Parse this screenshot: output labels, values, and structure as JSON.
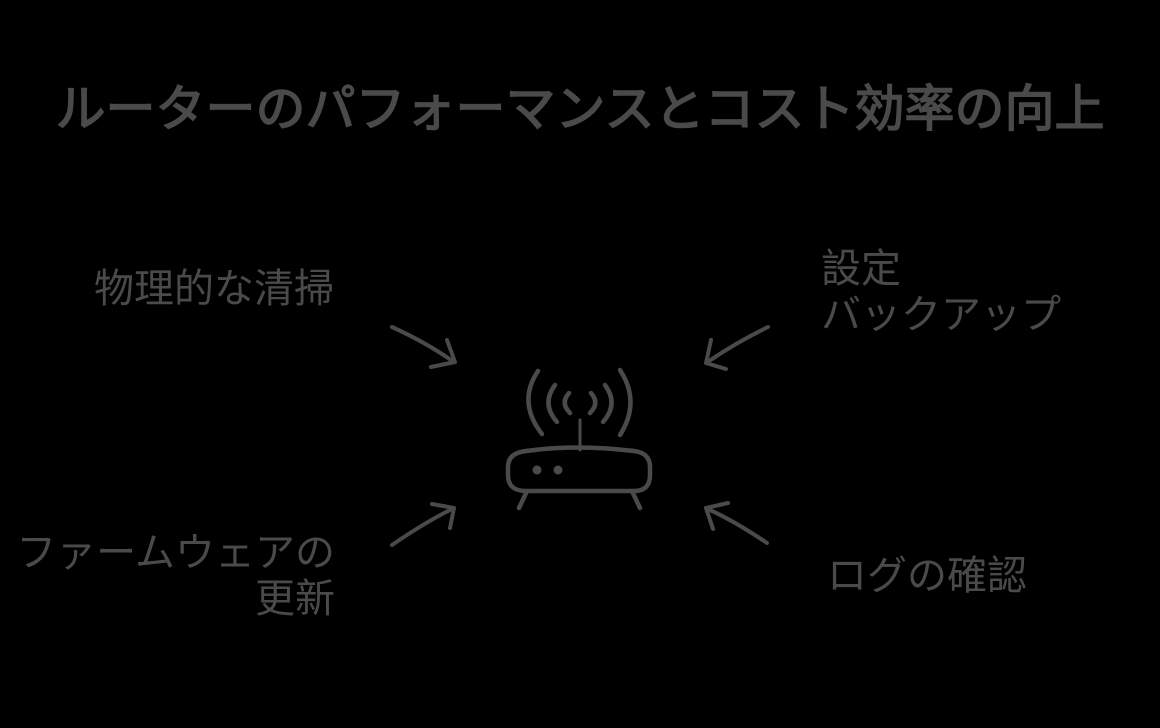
{
  "title": "ルーターのパフォーマンスとコスト効率の向上",
  "labels": {
    "top_left": {
      "line1": "物理的な清掃"
    },
    "top_right": {
      "line1": "設定",
      "line2": "バックアップ"
    },
    "bottom_left": {
      "line1": "ファームウェアの",
      "line2": "更新"
    },
    "bottom_right": {
      "line1": "ログの確認"
    }
  },
  "icons": {
    "center": "wifi-router-icon",
    "connectors": [
      "arrow-down-right-icon",
      "arrow-down-left-icon",
      "arrow-up-right-icon",
      "arrow-up-left-icon"
    ]
  },
  "colors": {
    "background": "#000000",
    "ink": "#4a4a4a"
  }
}
